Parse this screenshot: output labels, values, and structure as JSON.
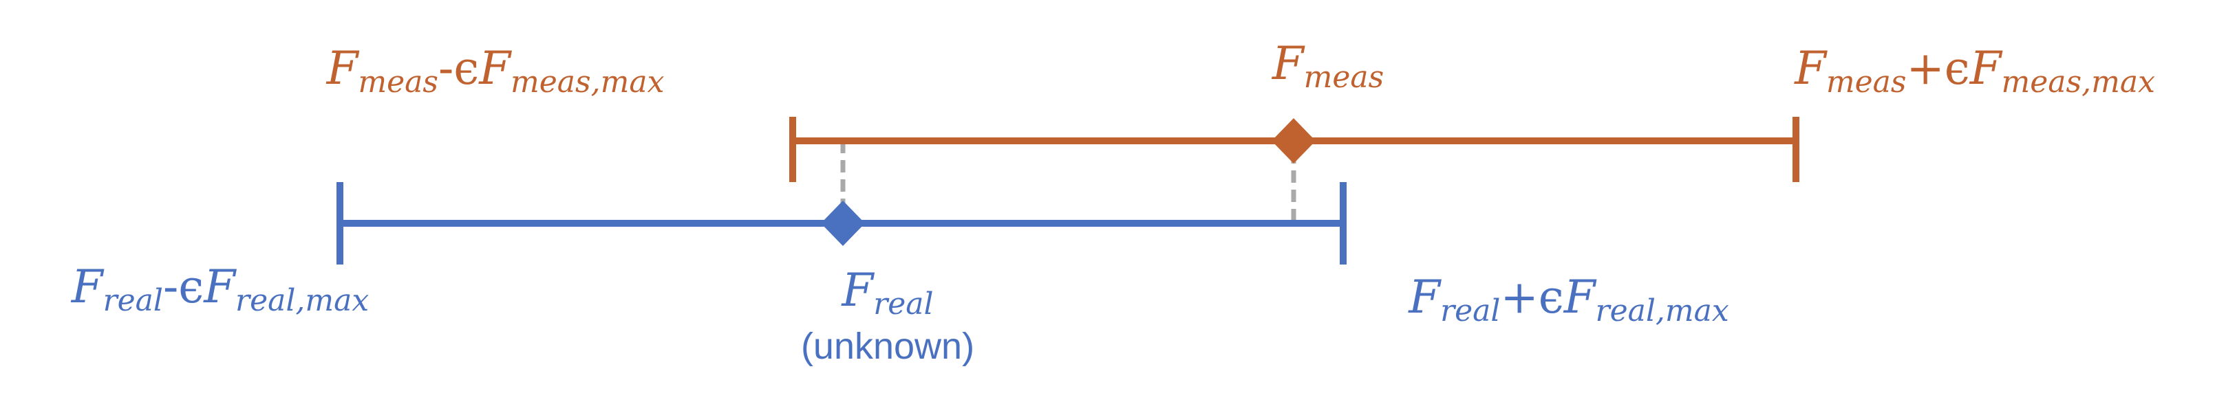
{
  "colors": {
    "meas": "#C0622F",
    "real": "#4A70C0",
    "guide": "#A9A9A9"
  },
  "labels": {
    "meas_low": {
      "base": "F",
      "sub": "meas",
      "op": "-ϵ",
      "base2": "F",
      "sub2": "meas,max"
    },
    "meas_mid": {
      "base": "F",
      "sub": "meas"
    },
    "meas_high": {
      "base": "F",
      "sub": "meas",
      "op": "+ϵ",
      "base2": "F",
      "sub2": "meas,max"
    },
    "real_low": {
      "base": "F",
      "sub": "real",
      "op": "-ϵ",
      "base2": "F",
      "sub2": "real,max"
    },
    "real_mid": {
      "base": "F",
      "sub": "real"
    },
    "real_note": "(unknown)",
    "real_high": {
      "base": "F",
      "sub": "real",
      "op": "+ϵ",
      "base2": "F",
      "sub2": "real,max"
    }
  }
}
